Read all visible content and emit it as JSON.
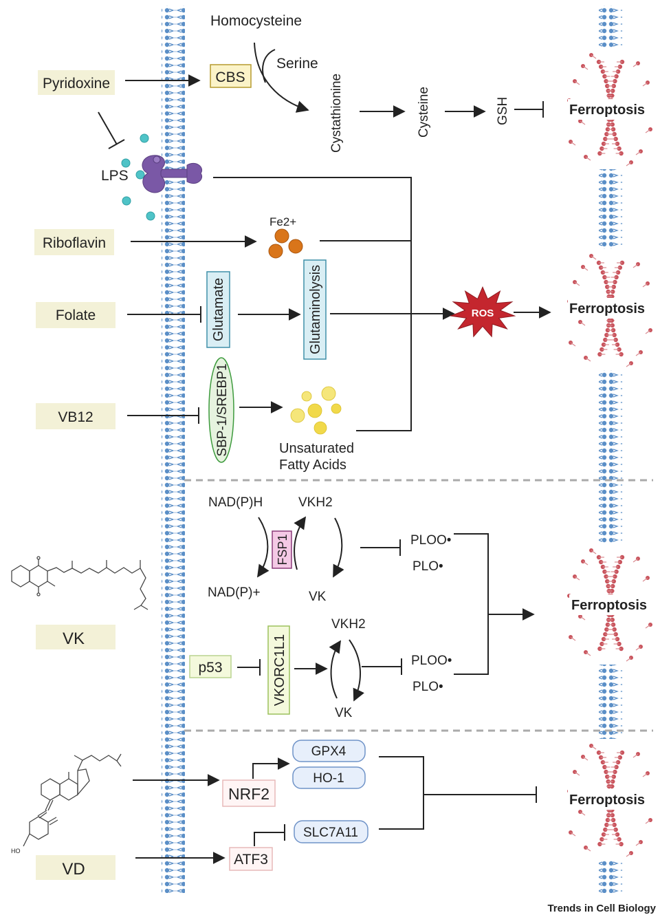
{
  "vitamins": {
    "pyridoxine": "Pyridoxine",
    "riboflavin": "Riboflavin",
    "folate": "Folate",
    "vb12": "VB12",
    "vk": "VK",
    "vd": "VD"
  },
  "top_pathway": {
    "homocysteine": "Homocysteine",
    "serine": "Serine",
    "cbs": "CBS",
    "cystathionine": "Cystathionine",
    "cysteine": "Cysteine",
    "gsh": "GSH",
    "lps": "LPS"
  },
  "middle_pathway": {
    "fe": "Fe2+",
    "glutamate": "Glutamate",
    "glutaminolysis": "Glutaminolysis",
    "srebp": "SBP-1/SREBP1",
    "ufa_line1": "Unsaturated",
    "ufa_line2": "Fatty Acids",
    "ros": "ROS"
  },
  "vk_pathway": {
    "nadph": "NAD(P)H",
    "nadp": "NAD(P)+",
    "vkh2_a": "VKH2",
    "vk_a": "VK",
    "fsp1": "FSP1",
    "plooa": "PLOO•",
    "ploa": "PLO•",
    "p53": "p53",
    "vkorc1l1": "VKORC1L1",
    "vkh2_b": "VKH2",
    "vk_b": "VK",
    "ploob": "PLOO•",
    "plob": "PLO•"
  },
  "vd_pathway": {
    "nrf2": "NRF2",
    "atf3": "ATF3",
    "gpx4": "GPX4",
    "ho1": "HO-1",
    "slc7a11": "SLC7A11",
    "ho_label": "HO"
  },
  "outcomes": {
    "ferroptosis_1": "Ferroptosis",
    "ferroptosis_2": "Ferroptosis",
    "ferroptosis_3": "Ferroptosis",
    "ferroptosis_4": "Ferroptosis"
  },
  "footer": {
    "journal": "Trends in Cell Biology"
  },
  "colors": {
    "membrane": "#5b8fc7",
    "vitamin_box": "#f3f1d7",
    "cbs_box": "#fbf3c8",
    "glut_box": "#d9eef4",
    "glut_border": "#3f8fa8",
    "srebp_fill": "#e6f3df",
    "srebp_border": "#3c9a3c",
    "fsp1_fill": "#f4c9e5",
    "fsp1_border": "#8a3a78",
    "vkor_fill": "#f4f9dc",
    "vkor_border": "#9bc15c",
    "protein_fill": "#e7effb",
    "protein_border": "#6f93c8",
    "nrf2_border": "#e7b9b9",
    "ros": "#c4262e",
    "iron": "#d9751a",
    "lipid": "#f1d94a",
    "lps_dot": "#4fc3c7",
    "receptor": "#7a58a6",
    "lipid_head": "#c9545d"
  }
}
